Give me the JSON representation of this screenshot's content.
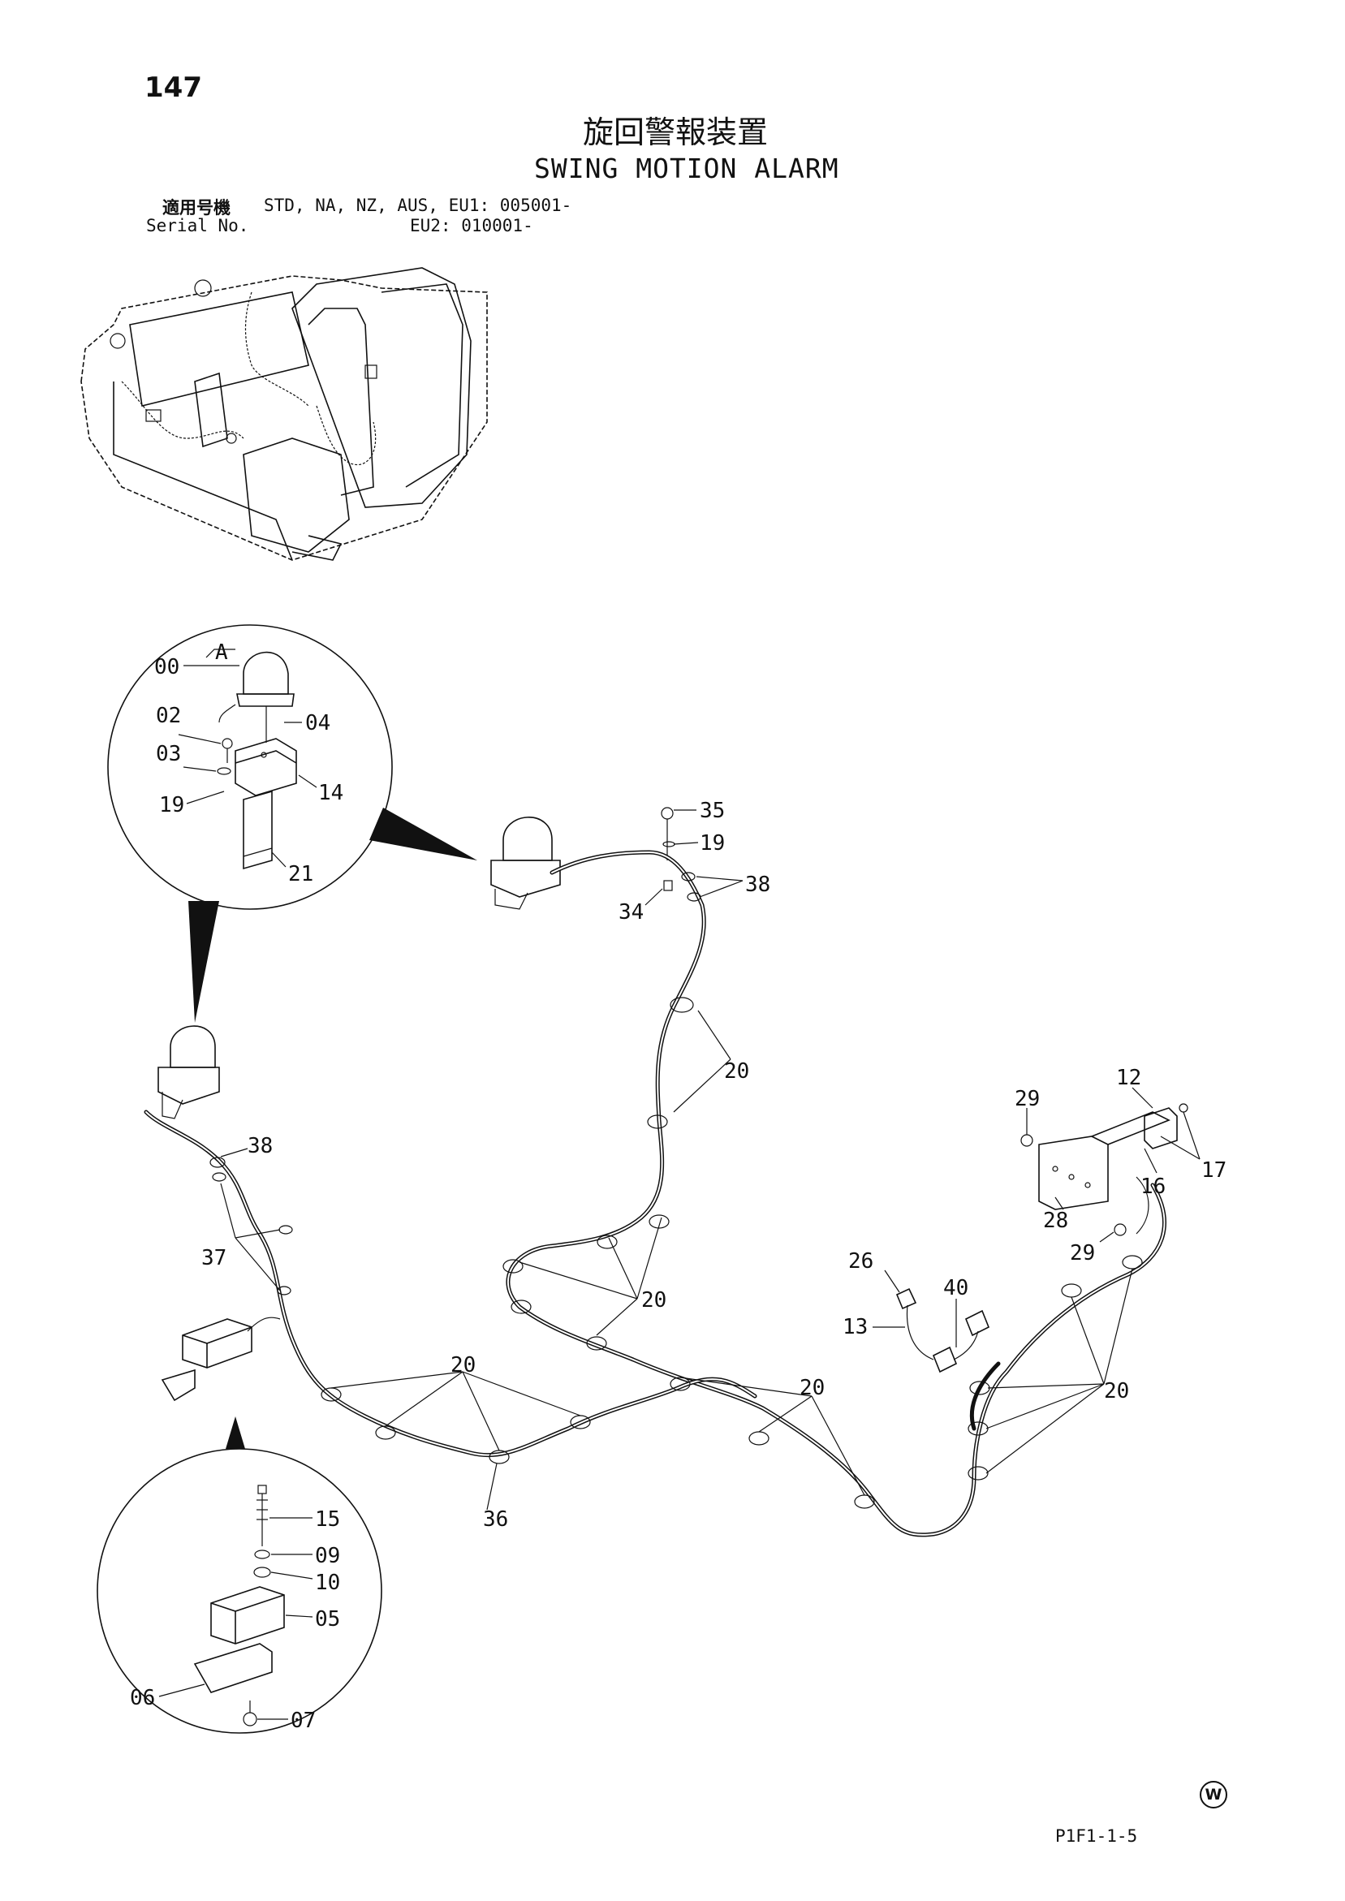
{
  "page_number": "147",
  "title_jp": "旋回警報装置",
  "title_en": "SWING MOTION ALARM",
  "serial": {
    "label_jp": "適用号機",
    "label_en": "Serial No.",
    "line1": "STD, NA, NZ, AUS, EU1: 005001-",
    "line2": "EU2: 010001-"
  },
  "footer_code": "P1F1-1-5",
  "w_mark": "W",
  "callouts": {
    "c00": "00",
    "cA": "A",
    "c02": "02",
    "c03": "03",
    "c04": "04",
    "c19a": "19",
    "c14": "14",
    "c21": "21",
    "c35": "35",
    "c19b": "19",
    "c38a": "38",
    "c34": "34",
    "c20a": "20",
    "c20b": "20",
    "c20c": "20",
    "c20d": "20",
    "c20e": "20",
    "c38b": "38",
    "c37": "37",
    "c36": "36",
    "c29a": "29",
    "c12": "12",
    "c17": "17",
    "c16": "16",
    "c28": "28",
    "c29b": "29",
    "c26": "26",
    "c40": "40",
    "c13": "13",
    "c15": "15",
    "c09": "09",
    "c10": "10",
    "c05": "05",
    "c06": "06",
    "c07": "07"
  }
}
